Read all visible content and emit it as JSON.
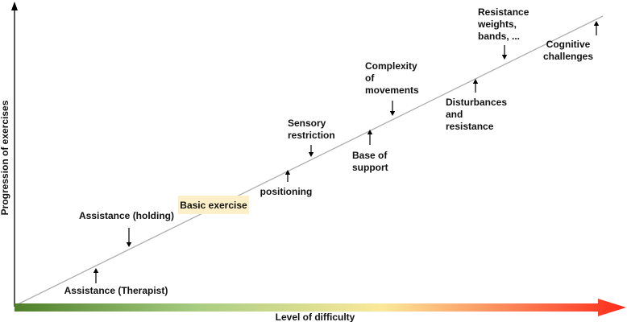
{
  "x_axis": {
    "label": "Level of difficulty"
  },
  "y_axis": {
    "label": "Progression of exercises"
  },
  "highlight": {
    "label": "Basic exercise",
    "fill": "#fdf0c8"
  },
  "colors": {
    "gradient_start": "#4e7f2a",
    "gradient_mid1": "#a9cd82",
    "gradient_mid2": "#fbe99b",
    "gradient_end": "#ff2a1a",
    "diagonal": "#b0b0b0"
  },
  "steps": [
    {
      "id": "assistance-therapist",
      "lines": [
        "Assistance (Therapist)"
      ]
    },
    {
      "id": "assistance-holding",
      "lines": [
        "Assistance (holding)"
      ]
    },
    {
      "id": "positioning",
      "lines": [
        "positioning"
      ]
    },
    {
      "id": "sensory-restriction",
      "lines": [
        "Sensory",
        "restriction"
      ]
    },
    {
      "id": "base-of-support",
      "lines": [
        "Base of",
        "support"
      ]
    },
    {
      "id": "complexity-of-movements",
      "lines": [
        "Complexity",
        "of",
        "movements"
      ]
    },
    {
      "id": "disturbances-and-resistance",
      "lines": [
        "Disturbances",
        "and",
        "resistance"
      ]
    },
    {
      "id": "resistance-weights-bands",
      "lines": [
        "Resistance",
        "weights,",
        "bands, ..."
      ]
    },
    {
      "id": "cognitive-challenges",
      "lines": [
        "Cognitive",
        "challenges"
      ]
    }
  ]
}
